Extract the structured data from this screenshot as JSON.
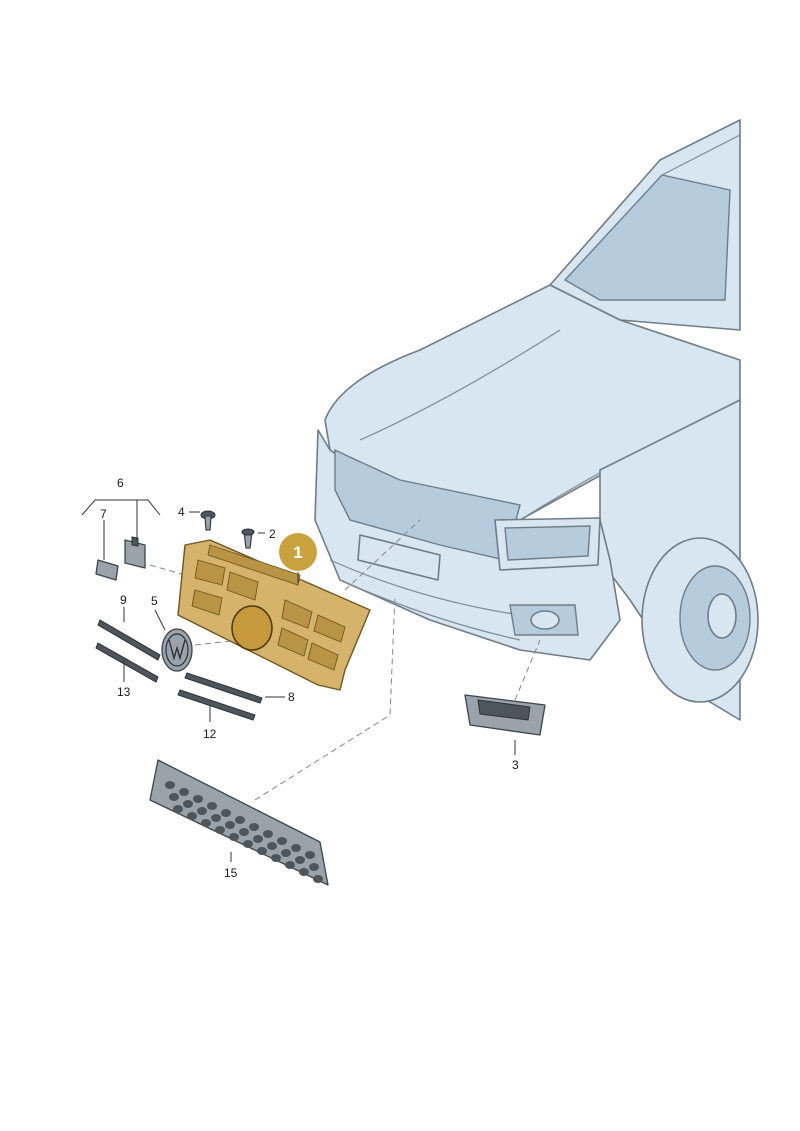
{
  "diagram": {
    "callouts": [
      {
        "id": "1",
        "label": "1",
        "highlighted": true
      },
      {
        "id": "2",
        "label": "2"
      },
      {
        "id": "3",
        "label": "3"
      },
      {
        "id": "4",
        "label": "4"
      },
      {
        "id": "5",
        "label": "5"
      },
      {
        "id": "6",
        "label": "6"
      },
      {
        "id": "7",
        "label": "7"
      },
      {
        "id": "8",
        "label": "8"
      },
      {
        "id": "9",
        "label": "9"
      },
      {
        "id": "12",
        "label": "12"
      },
      {
        "id": "13",
        "label": "13"
      },
      {
        "id": "15",
        "label": "15"
      }
    ],
    "colors": {
      "highlight": "#c9a23e",
      "highlight_text": "#ffffff",
      "car_body": "#d7e6f1",
      "part_grey": "#9aa3aa",
      "grille_gold": "#d6b36a"
    },
    "icons": [
      "vehicle-front-illustration",
      "radiator-grille",
      "vw-emblem",
      "honeycomb-lower-grille",
      "fog-lamp-trim",
      "screw-icon",
      "clip-icon",
      "trim-strip"
    ]
  }
}
